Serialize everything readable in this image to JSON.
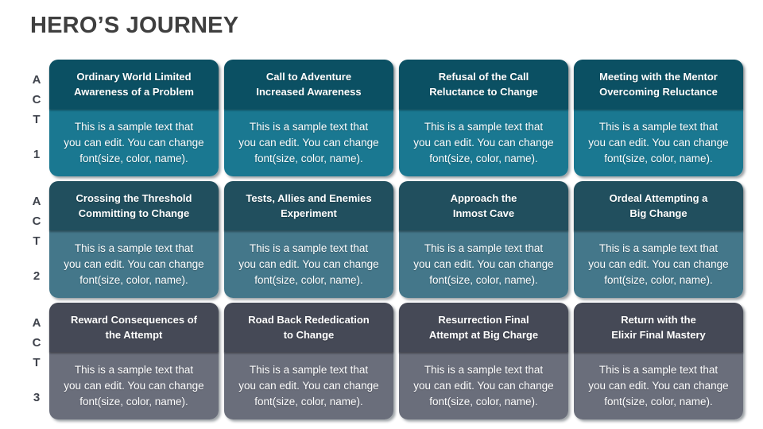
{
  "slide": {
    "title": "HERO’S JOURNEY"
  },
  "colors": {
    "background": "#FFFFFF",
    "title_text": "#3F3F3F",
    "act_label_text": "#3F434C",
    "card_text": "#FFFFFF"
  },
  "sample_body_text": "This is a sample text that\nyou can edit. You can change\nfont(size, color, name).",
  "acts": [
    {
      "name": "ACT 1",
      "label_letters": [
        "A",
        "C",
        "T"
      ],
      "label_number": "1",
      "colors": {
        "header_bg": "#0B5063",
        "body_bg": "#1A7891"
      },
      "cards": [
        {
          "heading": "Ordinary World Limited\nAwareness of a Problem",
          "body": "This is a sample text that\nyou can edit. You can change\nfont(size, color, name)."
        },
        {
          "heading": "Call to Adventure\nIncreased Awareness",
          "body": "This is a sample text that\nyou can edit. You can change\nfont(size, color, name)."
        },
        {
          "heading": "Refusal of the Call\nReluctance to Change",
          "body": "This is a sample text that\nyou can edit. You can change\nfont(size, color, name)."
        },
        {
          "heading": "Meeting with the Mentor\nOvercoming Reluctance",
          "body": "This is a sample text that\nyou can edit. You can change\nfont(size, color, name)."
        }
      ]
    },
    {
      "name": "ACT 2",
      "label_letters": [
        "A",
        "C",
        "T"
      ],
      "label_number": "2",
      "colors": {
        "header_bg": "#214F5E",
        "body_bg": "#44778A"
      },
      "cards": [
        {
          "heading": "Crossing the Threshold\nCommitting to Change",
          "body": "This is a sample text that\nyou can edit. You can change\nfont(size, color, name)."
        },
        {
          "heading": "Tests, Allies and Enemies\nExperiment",
          "body": "This is a sample text that\nyou can edit. You can change\nfont(size, color, name)."
        },
        {
          "heading": "Approach the\nInmost Cave",
          "body": "This is a sample text that\nyou can edit. You can change\nfont(size, color, name)."
        },
        {
          "heading": "Ordeal Attempting a\nBig Change",
          "body": "This is a sample text that\nyou can edit. You can change\nfont(size, color, name)."
        }
      ]
    },
    {
      "name": "ACT 3",
      "label_letters": [
        "A",
        "C",
        "T"
      ],
      "label_number": "3",
      "colors": {
        "header_bg": "#454956",
        "body_bg": "#6A6E7B"
      },
      "cards": [
        {
          "heading": "Reward Consequences of\nthe Attempt",
          "body": "This is a sample text that\nyou can edit. You can change\nfont(size, color, name)."
        },
        {
          "heading": "Road Back Rededication\nto Change",
          "body": "This is a sample text that\nyou can edit. You can change\nfont(size, color, name)."
        },
        {
          "heading": "Resurrection Final\nAttempt at Big Charge",
          "body": "This is a sample text that\nyou can edit. You can change\nfont(size, color, name)."
        },
        {
          "heading": "Return with the\nElixir Final Mastery",
          "body": "This is a sample text that\nyou can edit. You can change\nfont(size, color, name)."
        }
      ]
    }
  ]
}
